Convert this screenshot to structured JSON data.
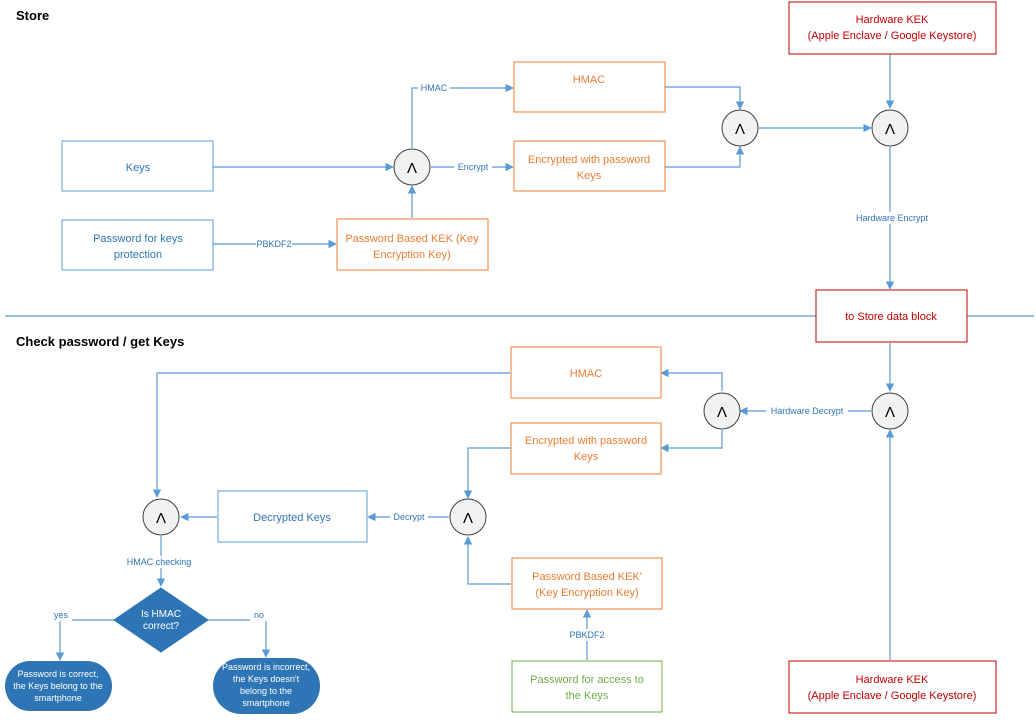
{
  "sections": {
    "store": "Store",
    "check": "Check password / get Keys"
  },
  "colors": {
    "blue": "#5b9bd5",
    "orange": "#ed7d31",
    "red": "#c00000",
    "green": "#70ad47",
    "fill_blue": "#2e75b6"
  },
  "store": {
    "hw_kek": [
      "Hardware KEK",
      "(Apple Enclave / Google Keystore)"
    ],
    "hmac": "HMAC",
    "encrypted": [
      "Encrypted with password",
      "Keys"
    ],
    "keys": "Keys",
    "password": [
      "Password for keys",
      "protection"
    ],
    "pbkek": [
      "Password Based KEK (Key",
      "Encryption Key)"
    ],
    "edge_hmac": "HMAC",
    "edge_encrypt": "Encrypt",
    "edge_pbkdf2": "PBKDF2",
    "edge_hw_encrypt": "Hardware Encrypt",
    "data_block": "to Store data block"
  },
  "check": {
    "hmac": "HMAC",
    "encrypted": [
      "Encrypted with password",
      "Keys"
    ],
    "decrypted": "Decrypted Keys",
    "pbkek": [
      "Password Based KEK'",
      "(Key Encryption Key)"
    ],
    "password": [
      "Password for access to",
      "the Keys"
    ],
    "hw_kek": [
      "Hardware KEK",
      "(Apple Enclave / Google Keystore)"
    ],
    "edge_hw_decrypt": "Hardware Decrypt",
    "edge_decrypt": "Decrypt",
    "edge_pbkdf2": "PBKDF2",
    "edge_hmac_checking": "HMAC checking",
    "decision": [
      "Is HMAC",
      "correct?"
    ],
    "yes": "yes",
    "no": "no",
    "correct": [
      "Password is correct,",
      "the Keys belong to the",
      "smartphone"
    ],
    "incorrect": [
      "Password is incorrect,",
      "the Keys doesn't",
      "belong to the",
      "smartphone"
    ]
  },
  "operator": "Λ"
}
